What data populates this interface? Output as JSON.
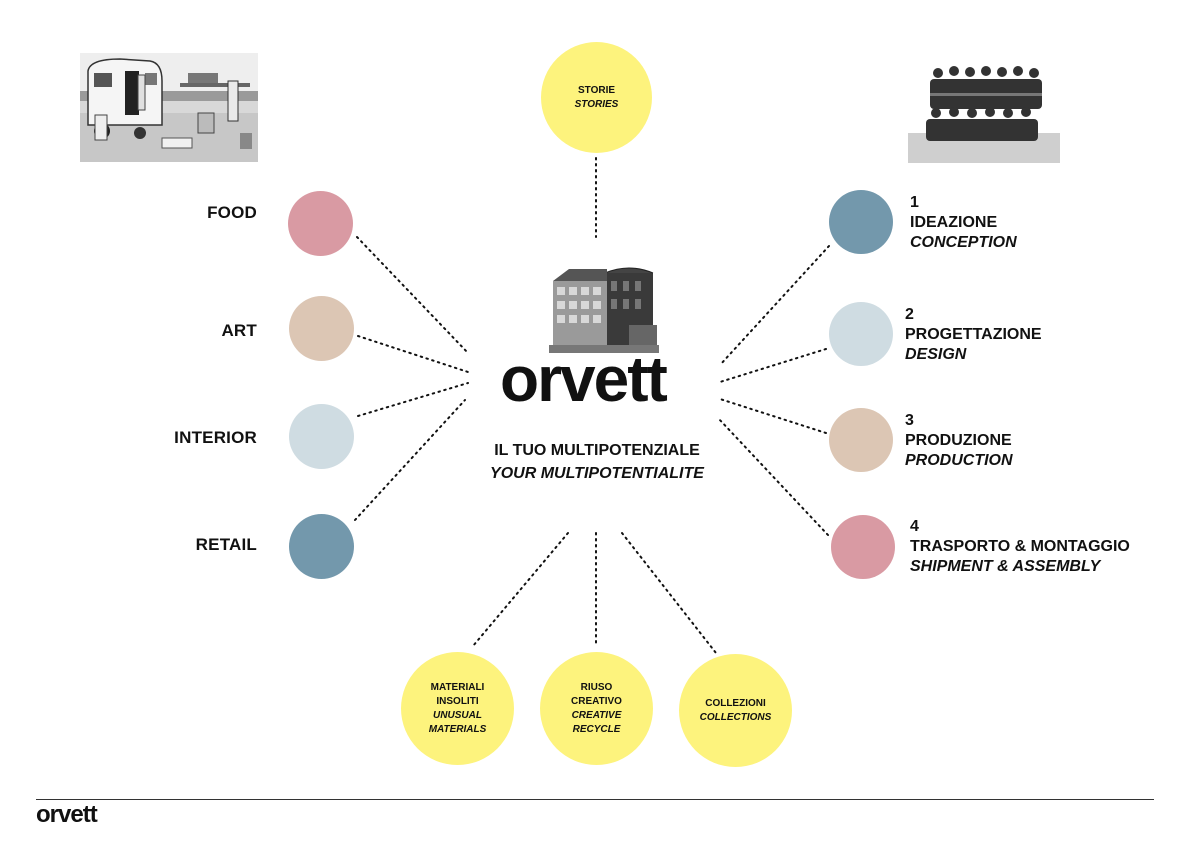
{
  "colors": {
    "yellow": "#fdf37d",
    "pink": "#d99aa3",
    "beige": "#dcc6b4",
    "light_blue": "#cfdce2",
    "steel_blue": "#7398ac",
    "line": "#111111"
  },
  "brand": {
    "name": "orvett"
  },
  "center": {
    "tagline_it": "IL TUO MULTIPOTENZIALE",
    "tagline_en": "YOUR MULTIPOTENTIALITE"
  },
  "top_bubble": {
    "it": "STORIE",
    "en": "STORIES"
  },
  "sectors": [
    {
      "label": "FOOD",
      "color": "pink"
    },
    {
      "label": "ART",
      "color": "beige"
    },
    {
      "label": "INTERIOR",
      "color": "light_blue"
    },
    {
      "label": "RETAIL",
      "color": "steel_blue"
    }
  ],
  "steps": [
    {
      "number": "1",
      "it": "IDEAZIONE",
      "en": "CONCEPTION",
      "color": "steel_blue"
    },
    {
      "number": "2",
      "it": "PROGETTAZIONE",
      "en": "DESIGN",
      "color": "light_blue"
    },
    {
      "number": "3",
      "it": "PRODUZIONE",
      "en": "PRODUCTION",
      "color": "beige"
    },
    {
      "number": "4",
      "it": "TRASPORTO & MONTAGGIO",
      "en": "SHIPMENT & ASSEMBLY",
      "color": "pink"
    }
  ],
  "bottom_bubbles": [
    {
      "it1": "MATERIALI",
      "it2": "INSOLITI",
      "en1": "UNUSUAL",
      "en2": "MATERIALS"
    },
    {
      "it1": "RIUSO",
      "it2": "CREATIVO",
      "en1": "CREATIVE",
      "en2": "RECYCLE"
    },
    {
      "it1": "COLLEZIONI",
      "it2": "",
      "en1": "COLLECTIONS",
      "en2": ""
    }
  ],
  "footer": {
    "brand": "orvett"
  }
}
